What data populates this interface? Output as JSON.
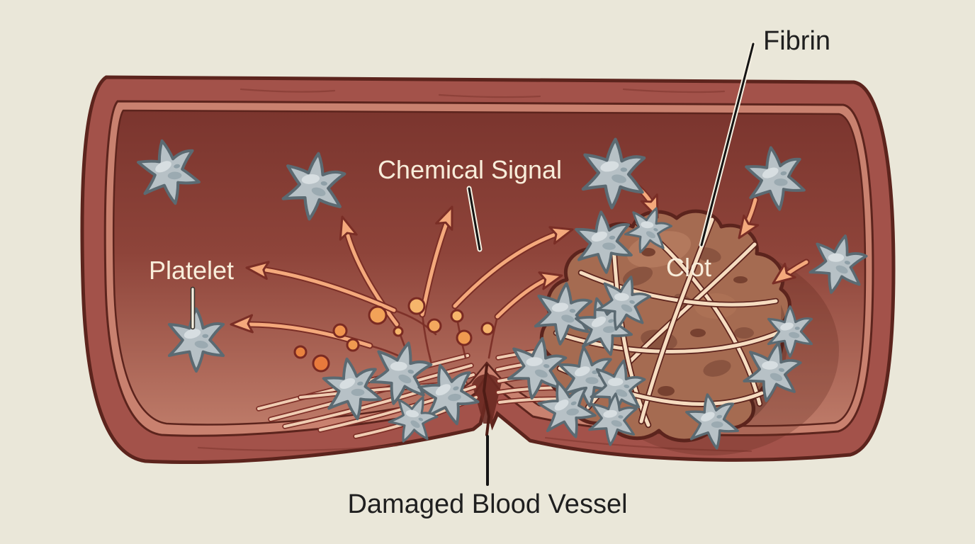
{
  "diagram": {
    "subject": "Blood clot formation (hemostasis) at a damaged blood vessel",
    "labels": {
      "fibrin": "Fibrin",
      "chemical_signal": "Chemical Signal",
      "platelet": "Platelet",
      "clot": "Clot",
      "damaged_vessel": "Damaged Blood Vessel"
    },
    "colors": {
      "background": "#eae7d9",
      "vessel_wall_outer": "#a3524a",
      "vessel_wall_inner": "#c9816f",
      "vessel_outline": "#5c241d",
      "lumen_top": "#7b352e",
      "lumen_bottom": "#bd7a68",
      "platelet_fill": "#b7c1c6",
      "platelet_outline": "#5b6a72",
      "clot_fill": "#a56b51",
      "clot_texture": "#8a5440",
      "fibrin_strand": "#f6ddc1",
      "collagen_fiber": "#f0cdb3",
      "arrow_fill": "#f4a97c",
      "arrow_outline": "#7a2e26",
      "signal_dot": "#f2a258",
      "label_light": "#f8edda",
      "label_dark": "#1f1f1f"
    }
  }
}
